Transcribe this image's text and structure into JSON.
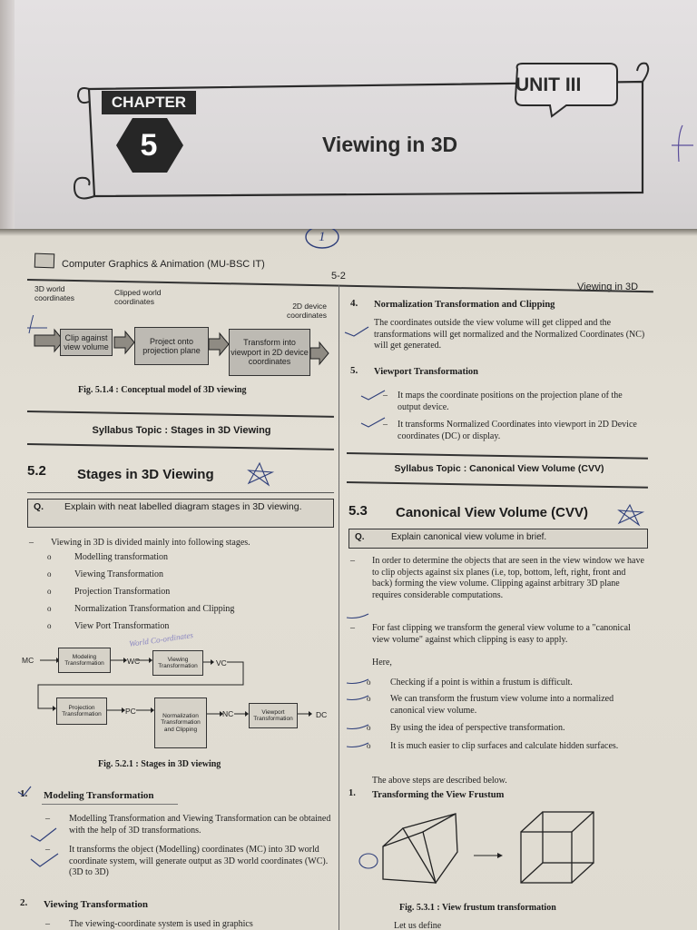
{
  "chapter": {
    "label": "CHAPTER",
    "number": "5",
    "title": "Viewing in 3D",
    "unit": "UNIT III"
  },
  "header": {
    "book": "Computer Graphics & Animation (MU-BSC IT)",
    "page": "5-2",
    "chapter_right": "Viewing in 3D"
  },
  "fig514": {
    "top_labels": [
      "3D world coordinates",
      "Clipped world coordinates",
      "2D device coordinates"
    ],
    "boxes": [
      "Clip against view volume",
      "Project onto projection plane",
      "Transform into viewport in 2D device coordinates"
    ],
    "caption": "Fig. 5.1.4 : Conceptual model of 3D viewing"
  },
  "syllabus1": "Syllabus Topic : Stages in 3D Viewing",
  "section52": {
    "num": "5.2",
    "title": "Stages in 3D Viewing"
  },
  "q1": {
    "label": "Q.",
    "text": "Explain with neat labelled diagram stages in 3D viewing."
  },
  "stages": {
    "intro": "Viewing in 3D is divided mainly into following stages.",
    "items": [
      "Modelling transformation",
      "Viewing Transformation",
      "Projection Transformation",
      "Normalization Transformation and Clipping",
      "View Port Transformation"
    ]
  },
  "fig521": {
    "mc": "MC",
    "wc": "WC",
    "vc": "VC",
    "pc": "PC",
    "nc": "NC",
    "dc": "DC",
    "boxes": [
      "Modeling Transformation",
      "Viewing Transformation",
      "Projection Transformation",
      "Normalization Transformation and Clipping",
      "Viewport Transformation"
    ],
    "handwritten": "World Co-ordinates",
    "caption": "Fig. 5.2.1 : Stages in 3D viewing"
  },
  "modeling": {
    "num": "1.",
    "title": "Modeling Transformation",
    "p1": "Modelling Transformation and Viewing Transformation can be obtained with the help of 3D transformations.",
    "p2": "It transforms the object (Modelling) coordinates (MC) into 3D world coordinate system, will generate output as 3D world coordinates (WC). (3D to 3D)"
  },
  "viewing_tr": {
    "num": "2.",
    "title": "Viewing Transformation",
    "p1": "The viewing-coordinate system is used in graphics"
  },
  "norm": {
    "num": "4.",
    "title": "Normalization Transformation and Clipping",
    "p1": "The coordinates outside the view volume will get clipped and the transformations will get normalized and the Normalized Coordinates (NC) will get generated."
  },
  "viewport": {
    "num": "5.",
    "title": "Viewport Transformation",
    "p1": "It maps the coordinate positions on the projection plane of the output device.",
    "p2": "It transforms Normalized Coordinates into viewport in 2D Device coordinates (DC) or display."
  },
  "syllabus2": "Syllabus Topic : Canonical View Volume (CVV)",
  "section53": {
    "num": "5.3",
    "title": "Canonical View Volume (CVV)"
  },
  "q2": {
    "label": "Q.",
    "text": "Explain canonical view volume in brief."
  },
  "cvv": {
    "p1": "In order to determine the objects that are seen in the view window we have to clip objects against six planes (i.e, top, bottom, left, right, front and back) forming the view volume. Clipping against arbitrary 3D plane requires considerable computations.",
    "p2": "For fast clipping we transform the general view volume to a \"canonical view volume\" against which clipping is easy to apply.",
    "here": "Here,",
    "bullets": [
      "Checking if a point is within a frustum is difficult.",
      "We can transform the frustum view volume into a normalized canonical view volume.",
      "By using the idea of perspective transformation.",
      "It is much easier to clip surfaces and calculate hidden surfaces."
    ],
    "after": "The above steps are described below.",
    "item1_num": "1.",
    "item1": "Transforming the View Frustum",
    "fig_caption": "Fig. 5.3.1 : View frustum transformation",
    "cut_text": "Let us define"
  },
  "handwriting": {
    "page_mark": "1",
    "ink_color": "#2f3f7a"
  }
}
